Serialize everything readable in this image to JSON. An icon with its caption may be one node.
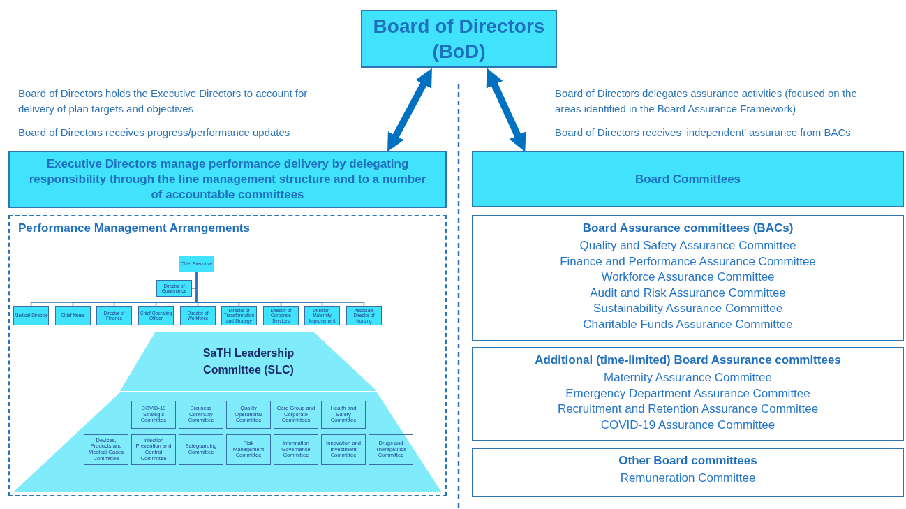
{
  "diagram": {
    "nodes": [
      {
        "text": [
          "Board of Directors (BoD)"
        ]
      },
      {
        "text": [
          "Executive Directors manage performance delivery by delegating responsibility through the line management structure and to a number of accountable committees"
        ]
      },
      {
        "text": [
          "Board Committees"
        ]
      },
      {
        "text": [
          "Performance Management Arrangements"
        ]
      },
      {
        "text": [
          "Chief Executive"
        ],
        "in": 3
      },
      {
        "text": [
          "Director of Governance"
        ],
        "in": 3
      },
      {
        "text": [
          "Medical Director"
        ],
        "in": 3
      },
      {
        "text": [
          "Chief Nurse"
        ],
        "in": 3
      },
      {
        "text": [
          "Director of Finance"
        ],
        "in": 3
      },
      {
        "text": [
          "Chief Operating Officer"
        ],
        "in": 3
      },
      {
        "text": [
          "Director of Workforce"
        ],
        "in": 3
      },
      {
        "text": [
          "Director of Transformation and Strategy"
        ],
        "in": 3
      },
      {
        "text": [
          "Director of Corporate Services"
        ],
        "in": 3
      },
      {
        "text": [
          "Director - Maternity Improvement"
        ],
        "in": 3
      },
      {
        "text": [
          "Associate Director of Nursing"
        ],
        "in": 3
      },
      {
        "text": [
          "SaTH Leadership Committee (SLC)"
        ],
        "in": 3
      },
      {
        "text": [],
        "shape": "trapezoid",
        "in": 3
      },
      {
        "text": [
          "COVID-19 Strategic Committee"
        ],
        "in": 16
      },
      {
        "text": [
          "Business Continuity Committee"
        ],
        "in": 16
      },
      {
        "text": [
          "Quality Operational Committee"
        ],
        "in": 16
      },
      {
        "text": [
          "Care Group and Corporate Committees"
        ],
        "in": 16
      },
      {
        "text": [
          "Health and Safety Committee"
        ],
        "in": 16
      },
      {
        "text": [
          "Devices, Products and Medical Gases Committee"
        ],
        "in": 16
      },
      {
        "text": [
          "Infection Prevention and Control Committee"
        ],
        "in": 16
      },
      {
        "text": [
          "Safeguarding Committee"
        ],
        "in": 16
      },
      {
        "text": [
          "Risk Management Committee"
        ],
        "in": 16
      },
      {
        "text": [
          "Information Governance Committee"
        ],
        "in": 16
      },
      {
        "text": [
          "Innovation and Investment Committee"
        ],
        "in": 16
      },
      {
        "text": [
          "Drugs and Therapeutics Committee"
        ],
        "in": 16
      },
      {
        "text": [
          "Board Assurance committees (BACs)",
          "Quality and Safety Assurance Committee",
          "Finance and Performance Assurance Committee",
          "Workforce Assurance Committee",
          "Audit and Risk Assurance Committee",
          "Sustainability Assurance Committee",
          "Charitable Funds Assurance Committee"
        ]
      },
      {
        "text": [
          "Additional (time-limited) Board Assurance committees",
          "Maternity Assurance Committee",
          "Emergency Department Assurance Committee",
          "Recruitment and Retention Assurance Committee",
          "COVID-19 Assurance Committee"
        ]
      },
      {
        "text": [
          "Other Board committees",
          "Remuneration Committee"
        ]
      }
    ],
    "edges": [
      {
        "from": 0,
        "to": 1,
        "arrow": "both",
        "style": "thick"
      },
      {
        "from": 0,
        "to": 2,
        "arrow": "both",
        "style": "thick"
      },
      {
        "from": 4,
        "to": 5,
        "arrow": "none",
        "color": "#7f7f7f"
      },
      {
        "from": 4,
        "to": 6,
        "arrow": "none"
      },
      {
        "from": 4,
        "to": 7,
        "arrow": "none"
      },
      {
        "from": 4,
        "to": 8,
        "arrow": "none"
      },
      {
        "from": 4,
        "to": 9,
        "arrow": "none"
      },
      {
        "from": 4,
        "to": 10,
        "arrow": "none"
      },
      {
        "from": 4,
        "to": 11,
        "arrow": "none"
      },
      {
        "from": 4,
        "to": 12,
        "arrow": "none"
      },
      {
        "from": 4,
        "to": 13,
        "arrow": "none"
      },
      {
        "from": 4,
        "to": 14,
        "arrow": "none"
      }
    ],
    "labels": [
      "Board of Directors holds the Executive Directors to account for delivery of plan targets and objectives",
      "Board of Directors receives progress/performance updates",
      "Board of Directors delegates assurance activities (focused on the areas identified in the Board Assurance Framework)",
      "Board of Directors receives ‘independent’ assurance from BACs"
    ]
  }
}
